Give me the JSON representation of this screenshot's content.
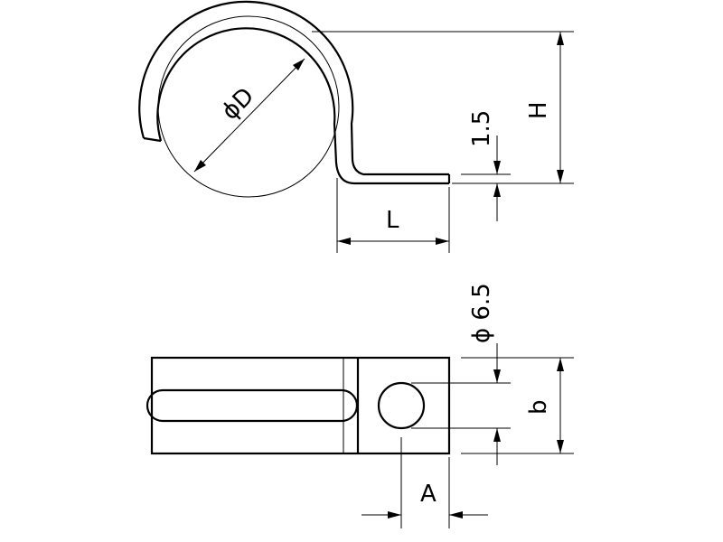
{
  "labels": {
    "diameter_D": "ϕD",
    "height_H": "H",
    "thickness": "1.5",
    "length_L": "L",
    "hole_diameter": "ϕ 6.5",
    "width_b": "b",
    "hole_offset_A": "A"
  }
}
